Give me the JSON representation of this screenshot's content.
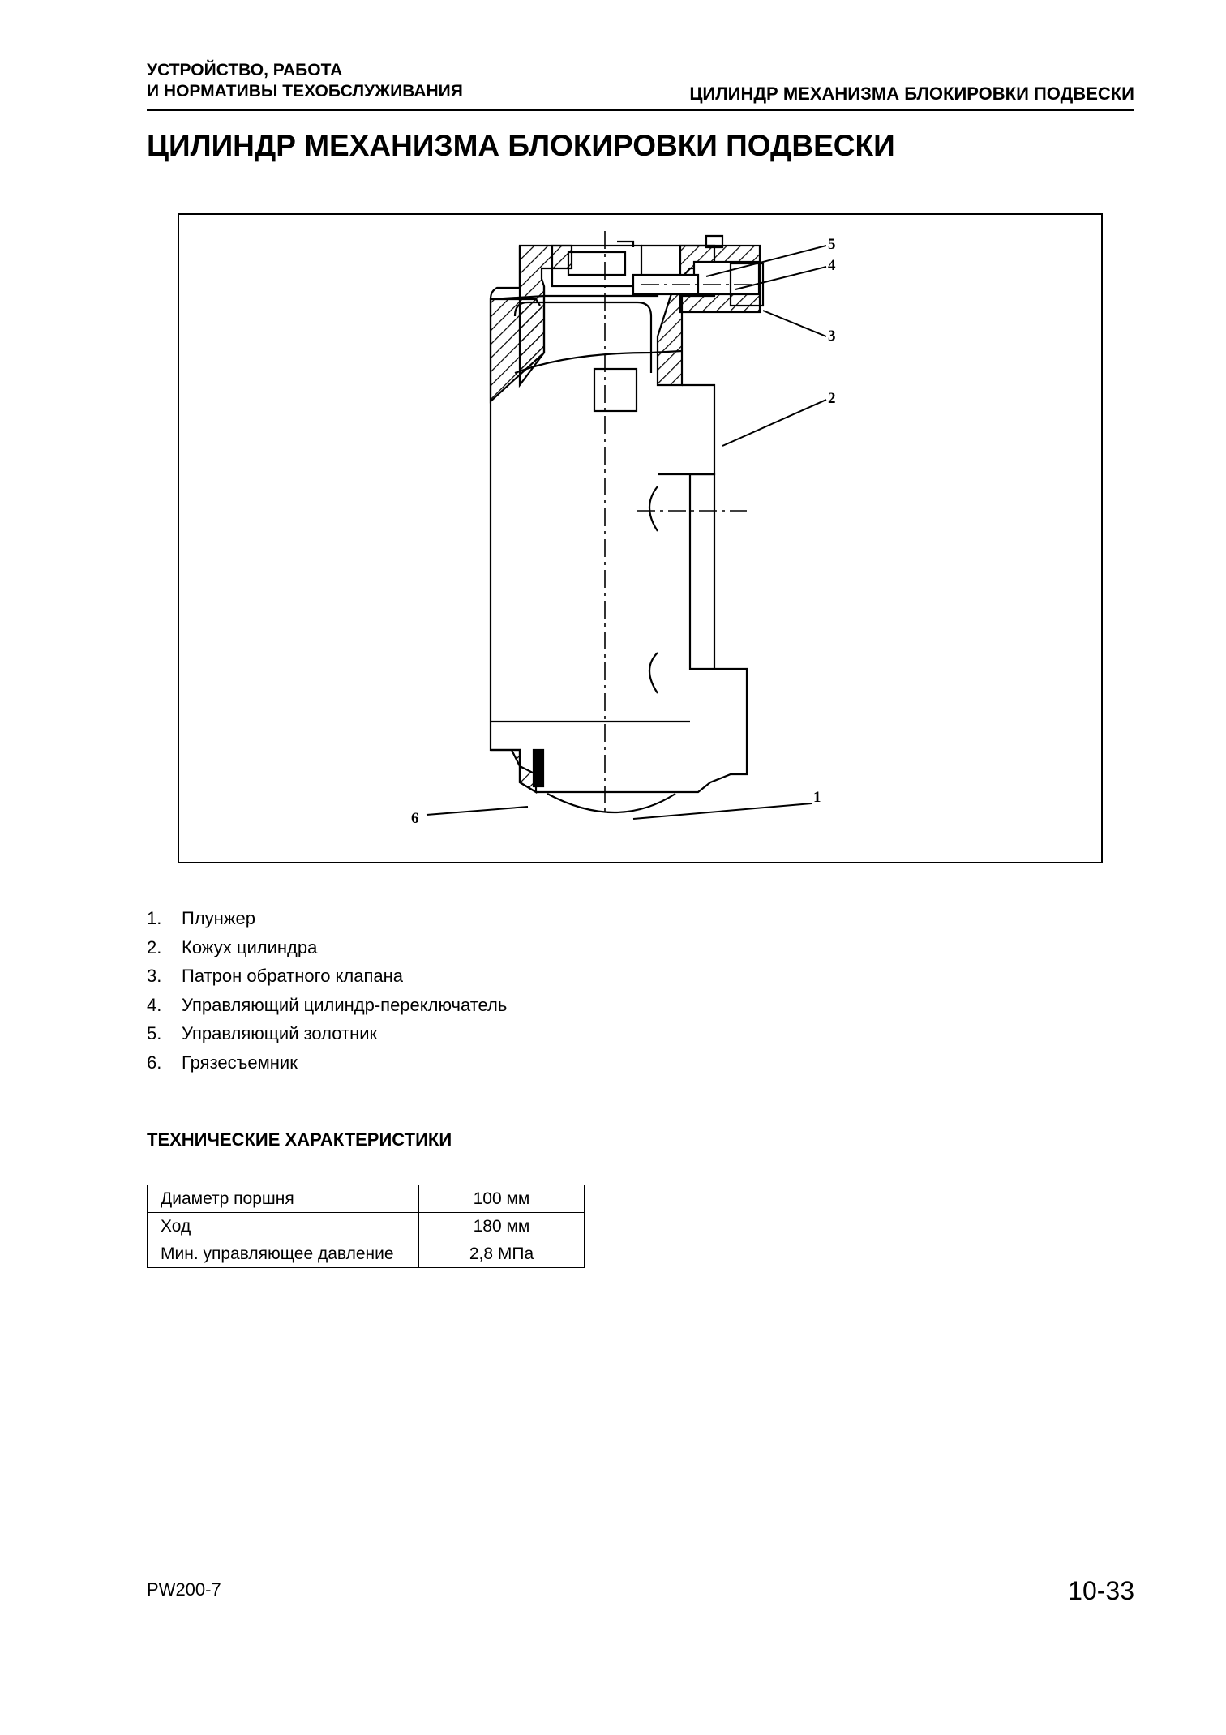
{
  "header": {
    "left_line1": "УСТРОЙСТВО, РАБОТА",
    "left_line2": "И НОРМАТИВЫ ТЕХОБСЛУЖИВАНИЯ",
    "right": "ЦИЛИНДР МЕХАНИЗМА БЛОКИРОВКИ ПОДВЕСКИ"
  },
  "title": "ЦИЛИНДР МЕХАНИЗМА БЛОКИРОВКИ ПОДВЕСКИ",
  "figure": {
    "callouts": [
      "5",
      "4",
      "3",
      "2",
      "1",
      "6"
    ]
  },
  "legend": [
    {
      "num": "1.",
      "text": "Плунжер"
    },
    {
      "num": "2.",
      "text": "Кожух цилиндра"
    },
    {
      "num": "3.",
      "text": "Патрон обратного клапана"
    },
    {
      "num": "4.",
      "text": "Управляющий цилиндр-переключатель"
    },
    {
      "num": "5.",
      "text": "Управляющий золотник"
    },
    {
      "num": "6.",
      "text": "Грязесъемник"
    }
  ],
  "specs": {
    "title": "ТЕХНИЧЕСКИЕ ХАРАКТЕРИСТИКИ",
    "rows": [
      {
        "label": "Диаметр поршня",
        "value": "100 мм"
      },
      {
        "label": "Ход",
        "value": "180 мм"
      },
      {
        "label": "Мин. управляющее давление",
        "value": "2,8 МПа"
      }
    ]
  },
  "footer": {
    "model": "PW200-7",
    "page": "10-33"
  }
}
